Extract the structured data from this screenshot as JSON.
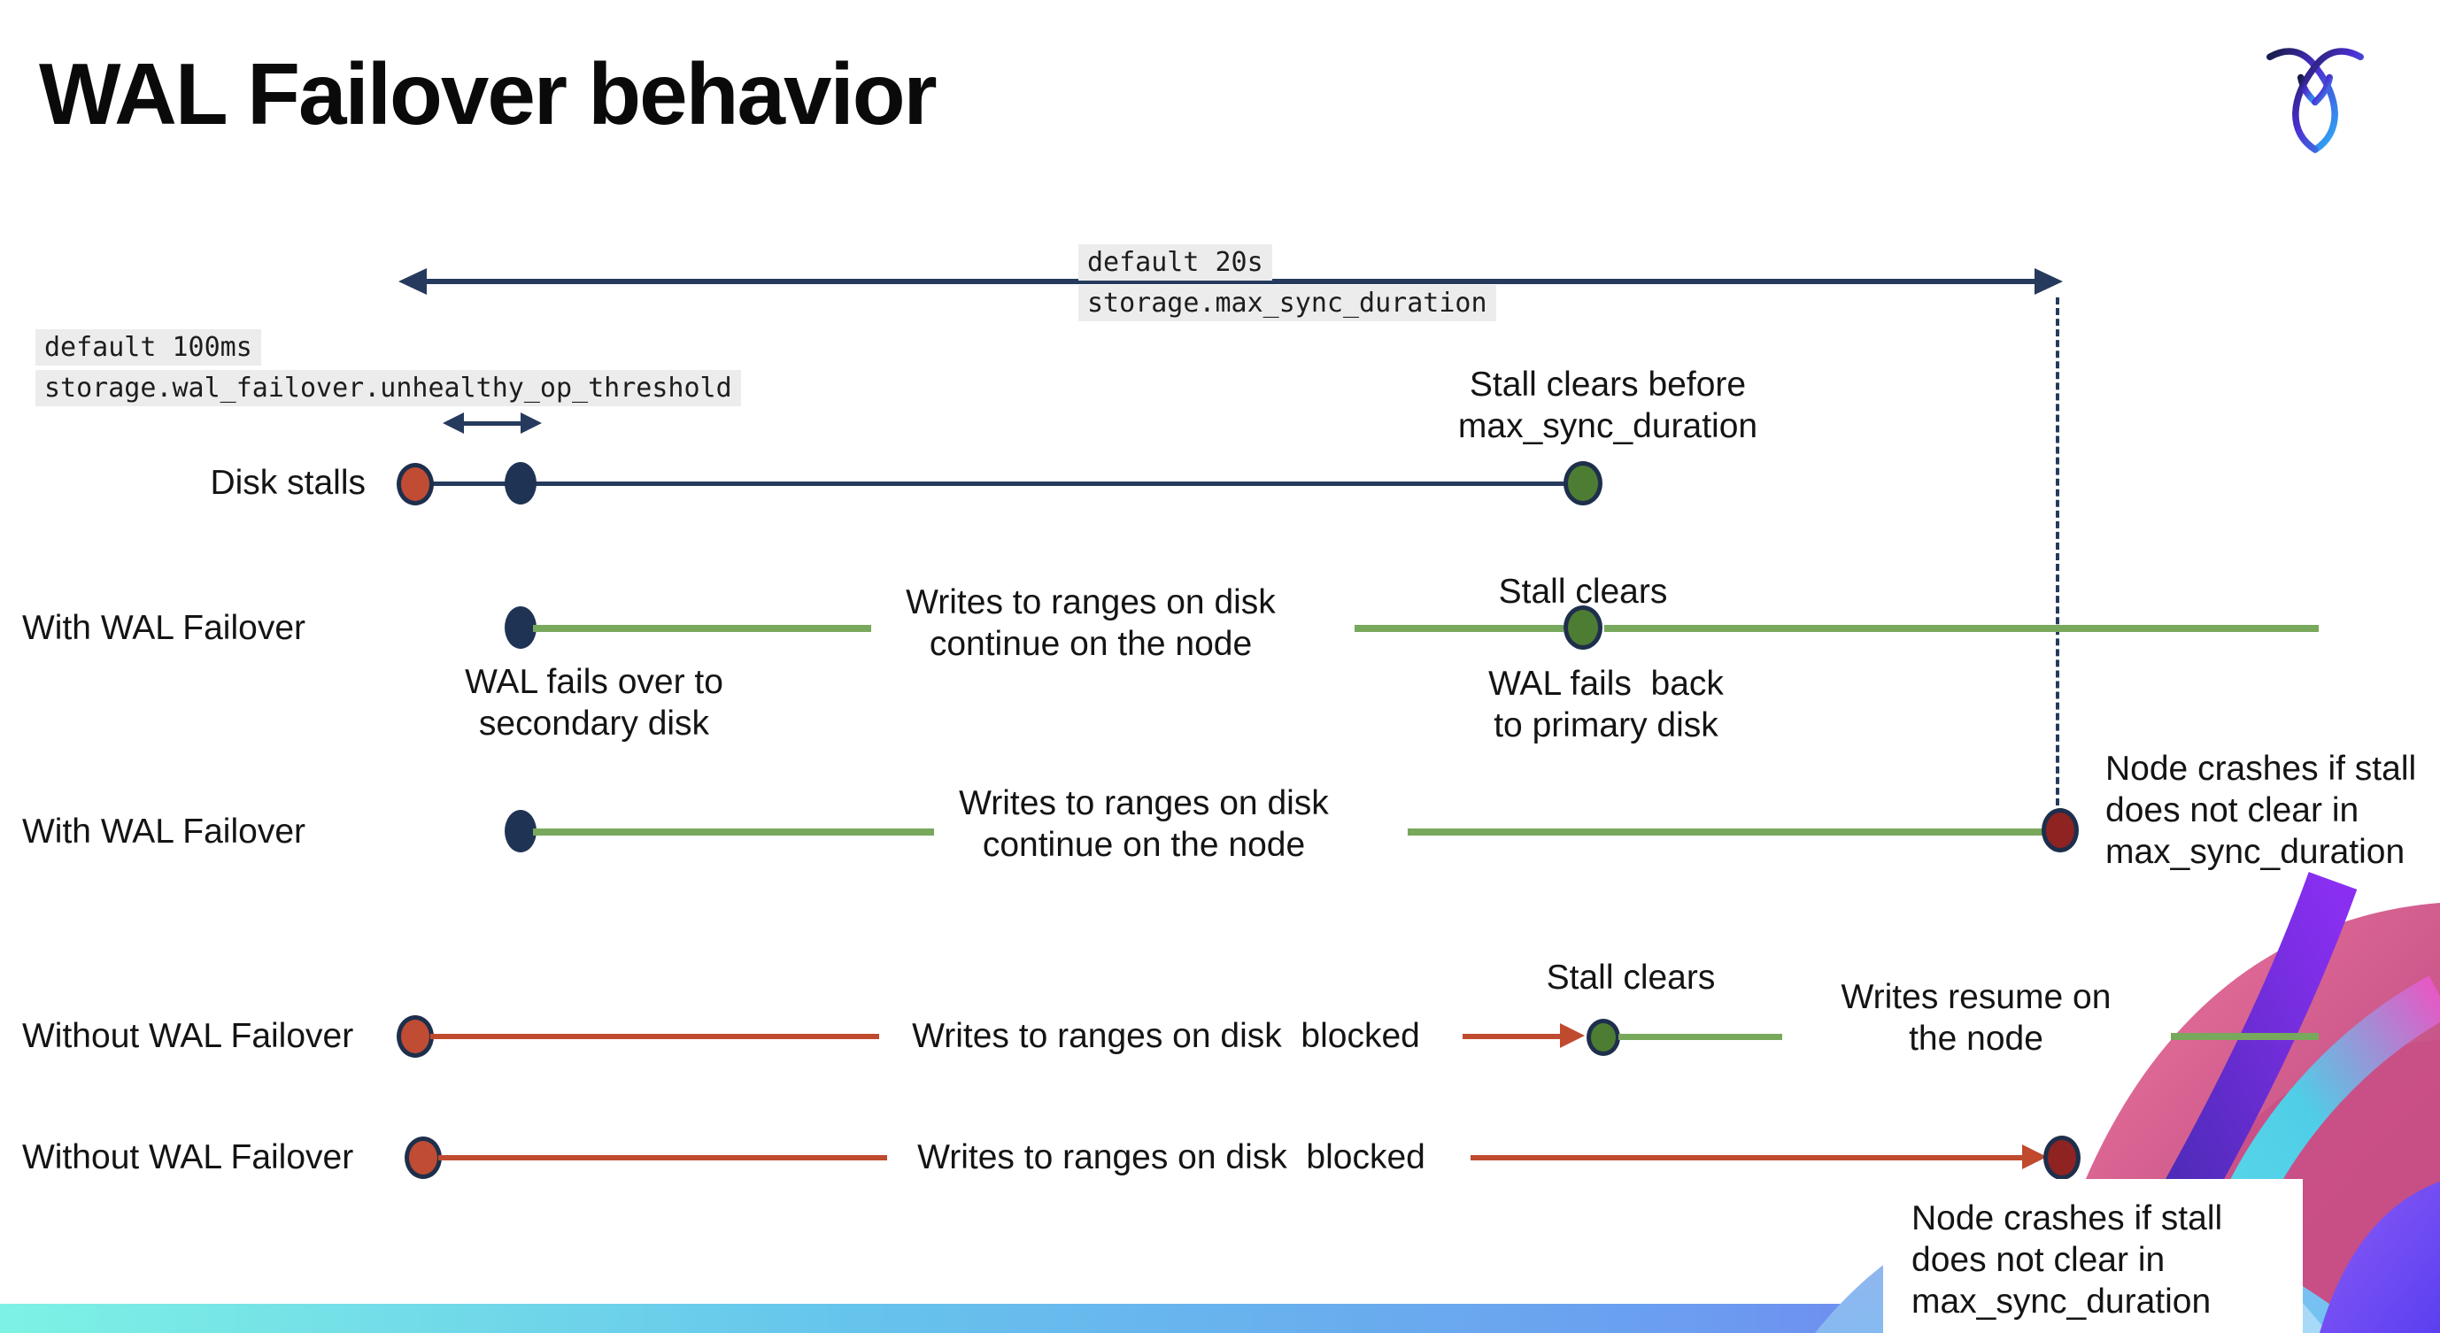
{
  "page": {
    "title": "WAL Failover behavior"
  },
  "icons": {
    "logo": "cockroachdb-logo",
    "decor": "cockroachdb-wing-art"
  },
  "annotations": {
    "max_sync": {
      "default_label": "default 20s",
      "setting": "storage.max_sync_duration"
    },
    "unhealthy_op": {
      "default_label": "default 100ms",
      "setting": "storage.wal_failover.unhealthy_op_threshold"
    }
  },
  "rows": {
    "disk_stalls": {
      "label": "Disk stalls",
      "stall_note": "Stall clears before\nmax_sync_duration"
    },
    "with_failover_1": {
      "label": "With WAL Failover",
      "failover_note": "WAL fails over to\nsecondary disk",
      "writes_note": "Writes to ranges on disk\ncontinue on the node",
      "stall_note": "Stall clears",
      "failback_note": "WAL fails  back\nto primary disk"
    },
    "with_failover_2": {
      "label": "With WAL Failover",
      "writes_note": "Writes to ranges on disk\ncontinue on the node",
      "crash_note": "Node crashes if stall\ndoes not clear in\nmax_sync_duration"
    },
    "without_failover_1": {
      "label": "Without WAL Failover",
      "blocked_note": "Writes to ranges on disk  blocked",
      "stall_note": "Stall clears",
      "resume_note": "Writes resume on\nthe node"
    },
    "without_failover_2": {
      "label": "Without WAL Failover",
      "blocked_note": "Writes to ranges on disk  blocked",
      "crash_note": "Node crashes if stall\ndoes not clear in\nmax_sync_duration"
    }
  },
  "colors": {
    "navy": "#253a5c",
    "navy_dot": "#1f3354",
    "navy_border": "#1e2f4c",
    "green_line": "#78a85c",
    "green_dot": "#4d7c33",
    "red_line": "#c04a2e",
    "red_dot": "#c04c33",
    "dark_red": "#8e2322",
    "code_bg": "#ececec",
    "text": "#141414",
    "bar1": "#7df2e4",
    "bar2": "#66c4ec",
    "bar3": "#6b9cf0",
    "bar4": "#7e57ee"
  }
}
